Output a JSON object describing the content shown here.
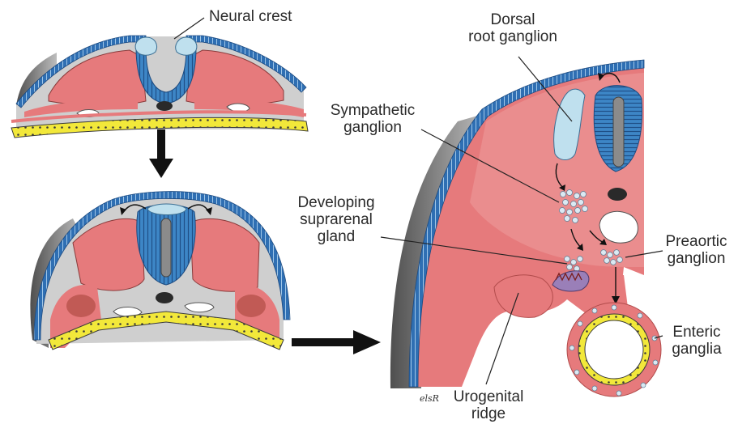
{
  "labels": {
    "neural_crest": "Neural crest",
    "dorsal_root_ganglion": "Dorsal\nroot ganglion",
    "sympathetic_ganglion": "Sympathetic\nganglion",
    "developing_suprarenal_gland": "Developing\nsuprarenal\ngland",
    "preaortic_ganglion": "Preaortic\nganglion",
    "enteric_ganglia": "Enteric\nganglia",
    "urogenital_ridge": "Urogenital\nridge"
  },
  "signature": "elsR",
  "colors": {
    "ectoderm_blue": "#2f6fb3",
    "neural_tube_blue": "#3d86c6",
    "neural_crest_light": "#bfe0ee",
    "mesoderm_pink": "#e67a7c",
    "mesoderm_light": "#f0b3b0",
    "grey_region": "#c9c9c9",
    "dark_shadow": "#6e6e6e",
    "endoderm_yellow": "#f2e83a",
    "notochord": "#2a2a2a",
    "suprarenal_purple": "#9a7fb8"
  },
  "icons": [
    "down-arrow-icon",
    "right-arrow-icon"
  ]
}
